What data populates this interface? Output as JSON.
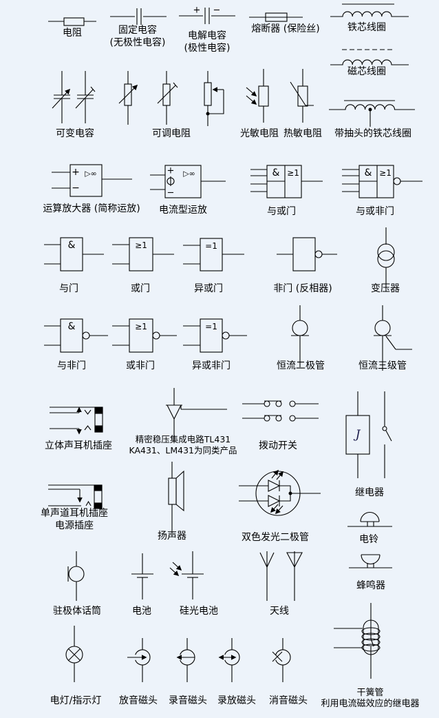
{
  "page": {
    "background": "#edf3fa",
    "ink": "#000000"
  },
  "glyphs": {
    "amp": "&",
    "ge1": "≥1",
    "eq1": "=1",
    "plus": "+",
    "minus": "−",
    "opamp": "▷∞",
    "relay_j": "J"
  },
  "symbols": [
    {
      "id": "resistor",
      "label": "电阻"
    },
    {
      "id": "fixed-capacitor",
      "label": "固定电容\n(无极性电容)"
    },
    {
      "id": "electrolytic-capacitor",
      "label": "电解电容\n(极性电容)"
    },
    {
      "id": "fuse",
      "label": "熔断器 (保险丝)"
    },
    {
      "id": "iron-core-coil",
      "label": "铁芯线圈"
    },
    {
      "id": "magnetic-core-coil",
      "label": "磁芯线圈"
    },
    {
      "id": "variable-capacitor",
      "label": "可变电容"
    },
    {
      "id": "adjustable-resistor",
      "label": "可调电阻"
    },
    {
      "id": "photoresistor",
      "label": "光敏电阻"
    },
    {
      "id": "thermistor",
      "label": "热敏电阻"
    },
    {
      "id": "tapped-iron-core-coil",
      "label": "带抽头的铁芯线圈"
    },
    {
      "id": "op-amp",
      "label": "运算放大器 (简称运放)"
    },
    {
      "id": "current-op-amp",
      "label": "电流型运放"
    },
    {
      "id": "and-or-gate",
      "label": "与或门"
    },
    {
      "id": "and-or-not-gate",
      "label": "与或非门"
    },
    {
      "id": "and-gate",
      "label": "与门"
    },
    {
      "id": "or-gate",
      "label": "或门"
    },
    {
      "id": "xor-gate",
      "label": "异或门"
    },
    {
      "id": "not-gate",
      "label": "非门 (反相器)"
    },
    {
      "id": "transformer",
      "label": "变压器"
    },
    {
      "id": "nand-gate",
      "label": "与非门"
    },
    {
      "id": "nor-gate",
      "label": "或非门"
    },
    {
      "id": "xnor-gate",
      "label": "异或非门"
    },
    {
      "id": "constant-current-diode",
      "label": "恒流二极管"
    },
    {
      "id": "constant-current-transistor",
      "label": "恒流三级管"
    },
    {
      "id": "stereo-headphone-jack",
      "label": "立体声耳机插座"
    },
    {
      "id": "precision-regulator",
      "label": "精密稳压集成电路TL431\nKA431、LM431为同类产品"
    },
    {
      "id": "toggle-switch",
      "label": "拨动开关"
    },
    {
      "id": "relay",
      "label": "继电器"
    },
    {
      "id": "mono-headphone-jack",
      "label": "单声道耳机插座\n电源插座"
    },
    {
      "id": "speaker",
      "label": "扬声器"
    },
    {
      "id": "bicolor-led",
      "label": "双色发光二极管"
    },
    {
      "id": "electric-bell",
      "label": "电铃"
    },
    {
      "id": "electret-microphone",
      "label": "驻极体话筒"
    },
    {
      "id": "battery",
      "label": "电池"
    },
    {
      "id": "silicon-photocell",
      "label": "硅光电池"
    },
    {
      "id": "antenna",
      "label": "天线"
    },
    {
      "id": "buzzer",
      "label": "蜂鸣器"
    },
    {
      "id": "lamp-indicator",
      "label": "电灯/指示灯"
    },
    {
      "id": "playback-head",
      "label": "放音磁头"
    },
    {
      "id": "recording-head",
      "label": "录音磁头"
    },
    {
      "id": "record-playback-head",
      "label": "录放磁头"
    },
    {
      "id": "erase-head",
      "label": "消音磁头"
    },
    {
      "id": "reed-switch",
      "label": "干簧管\n利用电流磁效应的继电器"
    }
  ]
}
